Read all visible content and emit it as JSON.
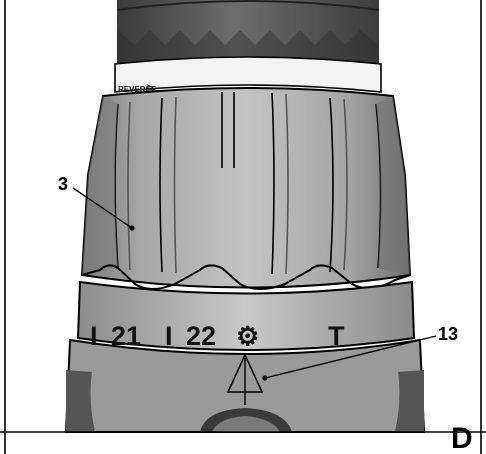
{
  "figure": {
    "panel_letter": "D",
    "callouts": {
      "left": "3",
      "right": "13"
    },
    "chuck_text": "REVERSE",
    "ring_labels": {
      "mark1": "I",
      "setting21": "21",
      "mark2": "I",
      "setting22": "22",
      "drill_symbol": "⚙",
      "screw_symbol": "T"
    },
    "colors": {
      "frame": "#000000",
      "body_light": "#b3b3b3",
      "body_mid": "#999999",
      "body_dark": "#6e6e6e",
      "chuck_dark": "#4a4a4a",
      "white_ring": "#f2f2f2"
    }
  }
}
